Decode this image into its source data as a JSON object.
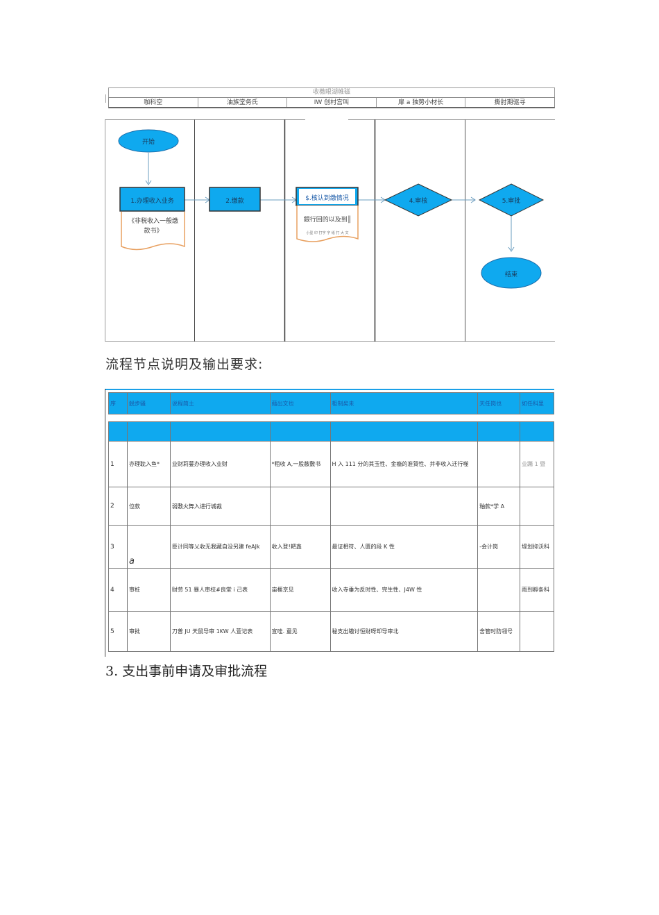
{
  "swimlane": {
    "title": "收檄眼湖帷磁",
    "lanes": [
      "咖科空",
      "油族堂务氏",
      "IW 创村宫叫",
      "扉 a 独势小材长",
      "撕肘期驱寻"
    ]
  },
  "flow": {
    "start": "开始",
    "step1": "1.办理收入业务",
    "step1_doc": "《非税收入一般缴款书》",
    "step2": "2.缴款",
    "step3": "$.核认到缴情况",
    "step3_doc": "銀行回的以及到║",
    "step3_doc_small": "小型 印 打字 字 纸 打 大 文",
    "step4": "4.审核",
    "step5": "5.审批",
    "end": "结束"
  },
  "section_heading": "流程节点说明及输出要求:",
  "table": {
    "headers": [
      "序",
      "鋭步骚",
      "说程简土",
      "藉出文也",
      "柜制矣未",
      "天任岗也",
      "如任科里"
    ],
    "rows": [
      {
        "no": "1",
        "step": "亦理耽入鱼*",
        "desc": "业财莉蔓办理收入业财",
        "output": "*租收 A,一股敝敷书",
        "control": "H 入 111 分的其玉性、金癥的准賀性、并非收入迁行噬",
        "role": "",
        "dept": "业䠱 1 暨"
      },
      {
        "no": "2",
        "step": "位款",
        "desc": "弱敷火舞入进行城裁",
        "output": "",
        "control": "",
        "role": "釉款*学 A",
        "dept": ""
      },
      {
        "no": "3",
        "step": "a",
        "desc": "臣计同等乂收无我藏自没另建 feAJk",
        "output": "收入登!耙鑫",
        "control": "最证相符、人匮的段 K 性",
        "role": "-会计岗",
        "dept": "堤划抑沃科"
      },
      {
        "no": "4",
        "step": "审桩",
        "desc": "财劳 51 暴人审校#良堂 i 己表",
        "output": "亩榧京见",
        "control": "收入寺垂为反时性、完生性、J4W 性",
        "role": "",
        "dept": "雨到孵条科"
      },
      {
        "no": "5",
        "step": "审批",
        "desc": "刀普 JU 天鼠导审 1KW 人萱记表",
        "output": "宣哇. 童见",
        "control": "秘支出嗷讨恒财呀却导审北",
        "role": "舍管时防翎号",
        "dept": ""
      }
    ]
  },
  "next_heading": "3. 支出事前申请及审批流程",
  "colors": {
    "node_blue": "#0fa9ef",
    "doc_orange": "#e8a060",
    "arrow": "#6a9cbf"
  }
}
